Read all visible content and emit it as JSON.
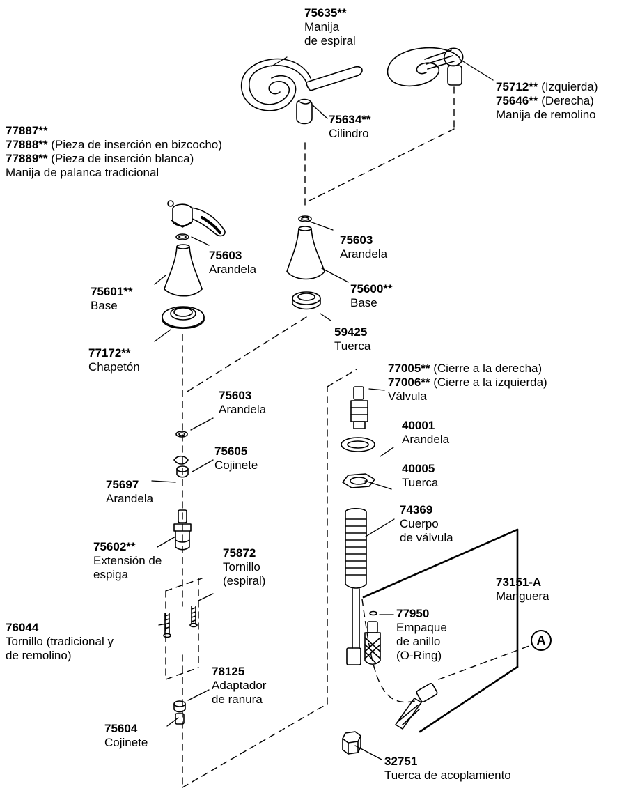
{
  "callout_a": "A",
  "labels": {
    "l75635": {
      "part": "75635**",
      "lines": [
        "Manija",
        "de espiral"
      ]
    },
    "l75712": {
      "part": "75712**",
      "note": " (Izquierda)"
    },
    "l75646": {
      "part": "75646**",
      "note": " (Derecha)"
    },
    "l75712_desc": "Manija de remolino",
    "l75634": {
      "part": "75634**",
      "lines": [
        "Cilindro"
      ]
    },
    "l77887": {
      "part": "77887**"
    },
    "l77888": {
      "part": "77888**",
      "note": " (Pieza de inserción en bizcocho)"
    },
    "l77889": {
      "part": "77889**",
      "note": " (Pieza de inserción blanca)"
    },
    "l77887_desc": "Manija de palanca tradicional",
    "l75603a": {
      "part": "75603",
      "lines": [
        "Arandela"
      ]
    },
    "l75603b": {
      "part": "75603",
      "lines": [
        "Arandela"
      ]
    },
    "l75601": {
      "part": "75601**",
      "lines": [
        "Base"
      ]
    },
    "l75600": {
      "part": "75600**",
      "lines": [
        "Base"
      ]
    },
    "l77172": {
      "part": "77172**",
      "lines": [
        "Chapetón"
      ]
    },
    "l59425": {
      "part": "59425",
      "lines": [
        "Tuerca"
      ]
    },
    "l77005": {
      "part": "77005**",
      "note": " (Cierre a la derecha)"
    },
    "l77006": {
      "part": "77006**",
      "note": " (Cierre a la izquierda)"
    },
    "l77005_desc": "Válvula",
    "l75603c": {
      "part": "75603",
      "lines": [
        "Arandela"
      ]
    },
    "l40001": {
      "part": "40001",
      "lines": [
        "Arandela"
      ]
    },
    "l75605": {
      "part": "75605",
      "lines": [
        "Cojinete"
      ]
    },
    "l40005": {
      "part": "40005",
      "lines": [
        "Tuerca"
      ]
    },
    "l75697": {
      "part": "75697",
      "lines": [
        "Arandela"
      ]
    },
    "l74369": {
      "part": "74369",
      "lines": [
        "Cuerpo",
        "de válvula"
      ]
    },
    "l75602": {
      "part": "75602**",
      "lines": [
        "Extensión de",
        "espiga"
      ]
    },
    "l75872": {
      "part": "75872",
      "lines": [
        "Tornillo",
        "(espiral)"
      ]
    },
    "l73151": {
      "part": "73151-A",
      "lines": [
        "Manguera"
      ]
    },
    "l76044": {
      "part": "76044",
      "lines": [
        "Tornillo (tradicional y",
        "de remolino)"
      ]
    },
    "l77950": {
      "part": "77950",
      "lines": [
        "Empaque",
        "de anillo",
        "(O-Ring)"
      ]
    },
    "l78125": {
      "part": "78125",
      "lines": [
        "Adaptador",
        "de ranura"
      ]
    },
    "l75604": {
      "part": "75604",
      "lines": [
        "Cojinete"
      ]
    },
    "l32751": {
      "part": "32751",
      "lines": [
        "Tuerca de acoplamiento"
      ]
    }
  }
}
